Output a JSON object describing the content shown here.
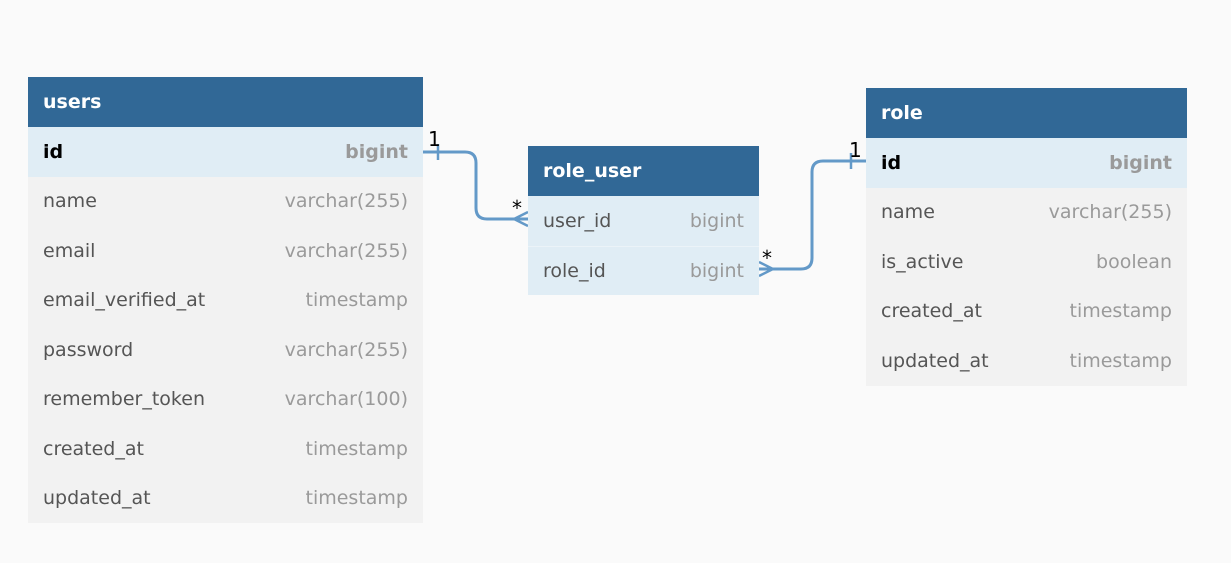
{
  "tables": {
    "users": {
      "name": "users",
      "columns": [
        {
          "name": "id",
          "type": "bigint",
          "key": "pk"
        },
        {
          "name": "name",
          "type": "varchar(255)"
        },
        {
          "name": "email",
          "type": "varchar(255)"
        },
        {
          "name": "email_verified_at",
          "type": "timestamp"
        },
        {
          "name": "password",
          "type": "varchar(255)"
        },
        {
          "name": "remember_token",
          "type": "varchar(100)"
        },
        {
          "name": "created_at",
          "type": "timestamp"
        },
        {
          "name": "updated_at",
          "type": "timestamp"
        }
      ]
    },
    "role_user": {
      "name": "role_user",
      "columns": [
        {
          "name": "user_id",
          "type": "bigint",
          "key": "fk"
        },
        {
          "name": "role_id",
          "type": "bigint",
          "key": "fk"
        }
      ]
    },
    "role": {
      "name": "role",
      "columns": [
        {
          "name": "id",
          "type": "bigint",
          "key": "pk"
        },
        {
          "name": "name",
          "type": "varchar(255)"
        },
        {
          "name": "is_active",
          "type": "boolean"
        },
        {
          "name": "created_at",
          "type": "timestamp"
        },
        {
          "name": "updated_at",
          "type": "timestamp"
        }
      ]
    }
  },
  "relations": [
    {
      "from": "users.id",
      "to": "role_user.user_id",
      "from_card": "1",
      "to_card": "*"
    },
    {
      "from": "role.id",
      "to": "role_user.role_id",
      "from_card": "1",
      "to_card": "*"
    }
  ],
  "colors": {
    "header": "#316896",
    "link": "#6399c8",
    "row": "#f2f2f2",
    "key_row": "#e0edf5",
    "background": "#fafafa"
  }
}
